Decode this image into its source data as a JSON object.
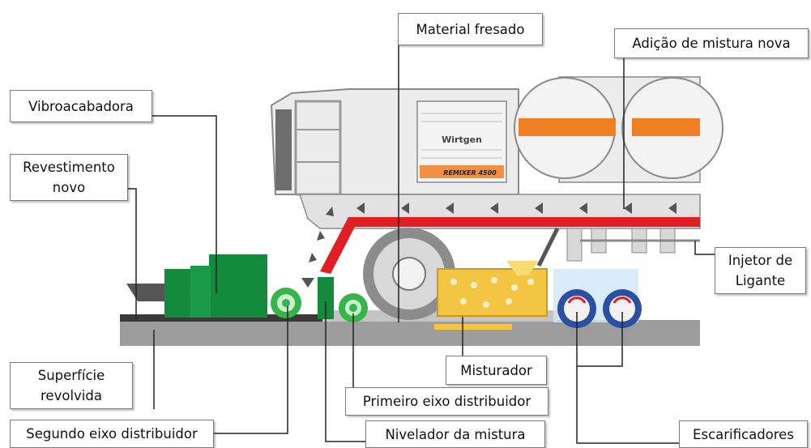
{
  "labels": {
    "material_fresado": "Material fresado",
    "adicao_mistura_nova": "Adição de mistura nova",
    "vibroacabadora": "Vibroacabadora",
    "revestimento_novo": [
      "Revestimento",
      "novo"
    ],
    "injetor_ligante": [
      "Injetor de",
      "Ligante"
    ],
    "misturador": "Misturador",
    "superficie_revolvida": [
      "Superfície",
      "revolvida"
    ],
    "primeiro_eixo": "Primeiro eixo distribuidor",
    "segundo_eixo": "Segundo eixo distribuidor",
    "nivelador": "Nivelador da mistura",
    "escarificadores": "Escarificadores"
  },
  "machine": {
    "brand_text": "Wirtgen",
    "model_text": "REMIXER 4500"
  },
  "colors": {
    "body": "#ececec",
    "body_outline": "#8a8a8a",
    "orange_stripe": "#f07e22",
    "red_chute": "#e01e24",
    "paver_green": "#138a3c",
    "roller_green": "#35b54a",
    "mixer_yellow": "#f4c542",
    "scarifier_blue": "#cfe6f5",
    "ground": "#9c9c9c",
    "arrow": "#555555"
  }
}
